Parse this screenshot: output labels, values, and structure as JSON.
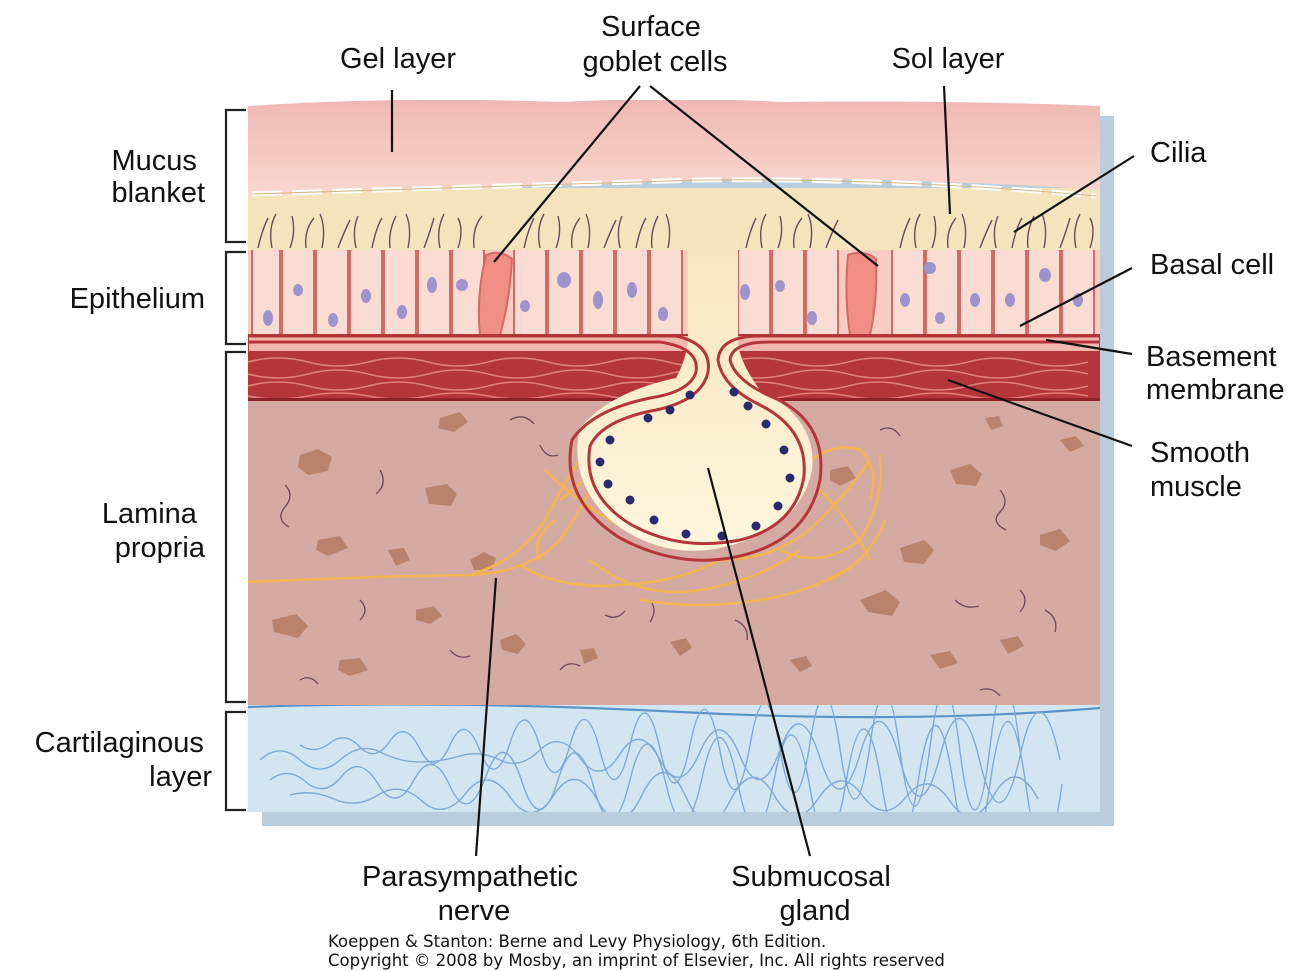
{
  "left_labels": {
    "mucus_blanket": [
      "Mucus",
      "blanket"
    ],
    "epithelium": [
      "Epithelium"
    ],
    "lamina_propria": [
      "Lamina",
      "propria"
    ],
    "cartilaginous_layer": [
      "Cartilaginous",
      "layer"
    ]
  },
  "top_labels": {
    "gel_layer": [
      "Gel layer"
    ],
    "surface_goblet_cells": [
      "Surface",
      "goblet cells"
    ],
    "sol_layer": [
      "Sol layer"
    ]
  },
  "right_labels": {
    "cilia": [
      "Cilia"
    ],
    "basal_cell": [
      "Basal cell"
    ],
    "basement_membrane": [
      "Basement",
      "membrane"
    ],
    "smooth_muscle": [
      "Smooth",
      "muscle"
    ]
  },
  "bottom_labels": {
    "parasympathetic_nerve": [
      "Parasympathetic",
      "nerve"
    ],
    "submucosal_gland": [
      "Submucosal",
      "gland"
    ]
  },
  "credit": {
    "line1": "Koeppen & Stanton: Berne and Levy Physiology, 6th Edition.",
    "line2": "Copyright © 2008 by Mosby, an imprint of Elsevier, Inc. All rights reserved"
  },
  "colors": {
    "gel_layer": "#f4c6c1",
    "sol_layer": "#f3e4bd",
    "epithelium_cell": "#f7cdc2",
    "nucleus": "#9f93cd",
    "smooth_muscle": "#b5363a",
    "lamina_propria": "#d5aaa2",
    "nerve": "#f2b552",
    "cartilage": "#cfe1ee",
    "frame_shadow": "#b9cddc"
  }
}
